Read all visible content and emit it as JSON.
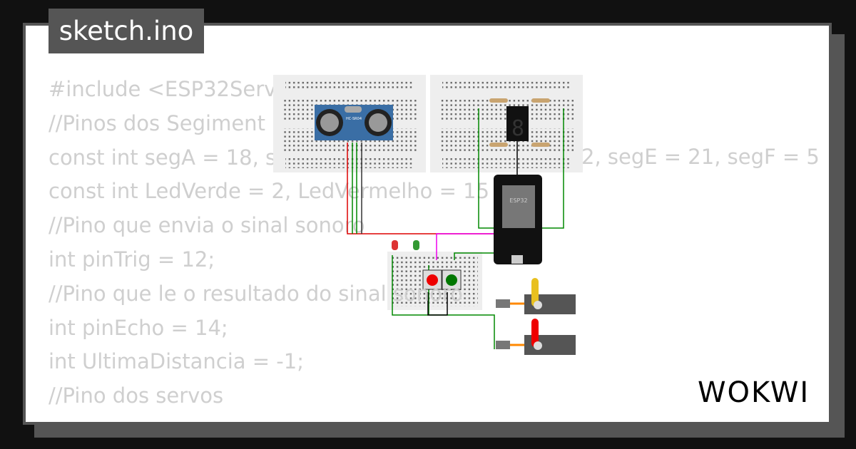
{
  "tab": {
    "filename": "sketch.ino"
  },
  "code_lines": [
    "#include <ESP32Serv",
    "//Pinos dos Segiment",
    "const int segA = 18, s",
    "const int LedVerde = 2, LedVermelho = 15",
    "//Pino que envia o sinal sonoro",
    "int pinTrig = 12;",
    "//Pino que le o resultado do sinal sonoro",
    "int pinEcho = 14;",
    "int UltimaDistancia = -1;",
    "//Pino dos servos"
  ],
  "code_fragment_line3_right": "2, segE = 21, segF = 5",
  "circuit": {
    "sensor_label": "HC-SR04",
    "mcu_label": "ESP32"
  },
  "brand": {
    "logo": "WOKWI"
  }
}
